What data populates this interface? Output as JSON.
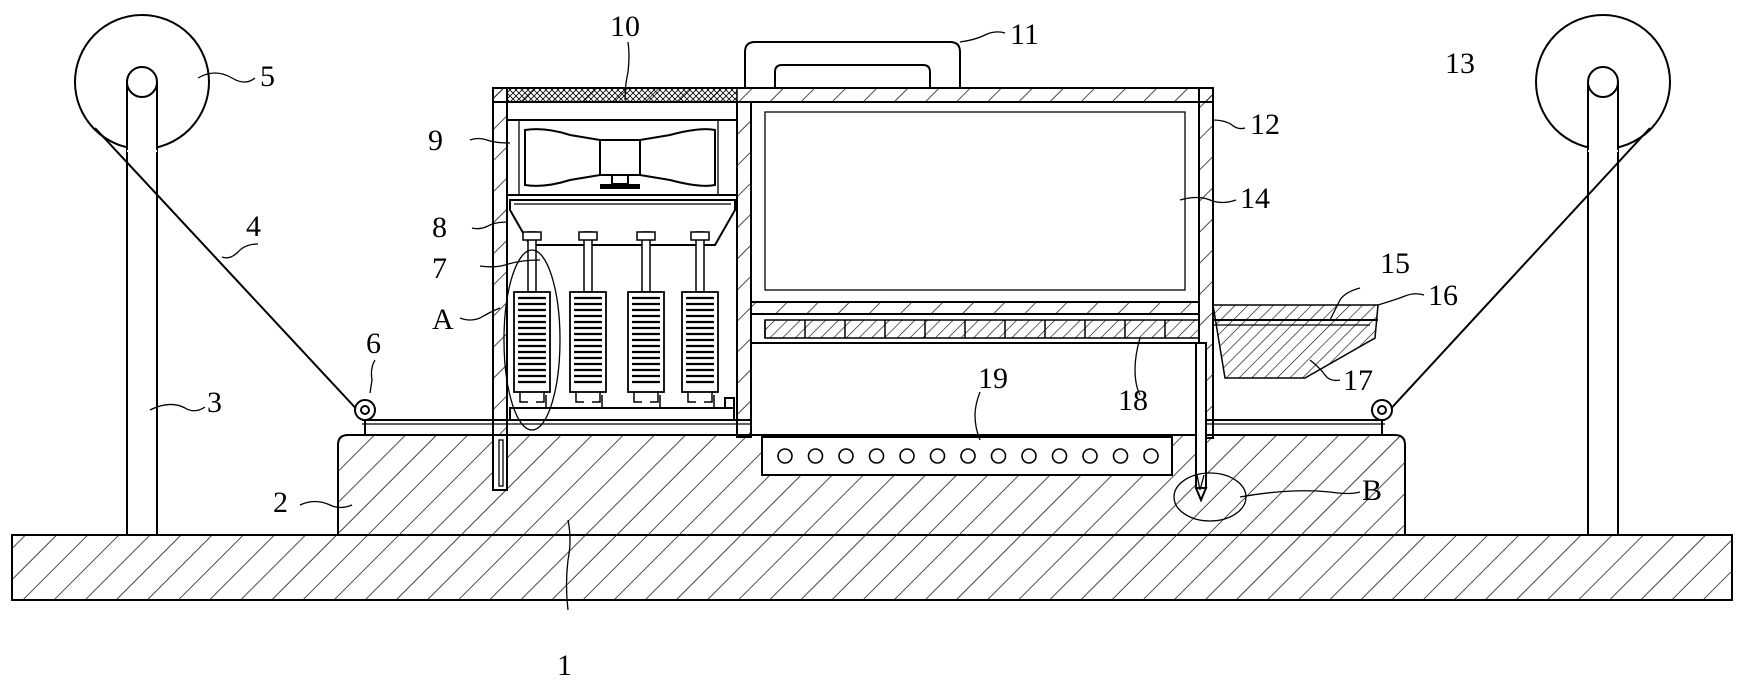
{
  "labels": {
    "p1": "1",
    "p2": "2",
    "p3": "3",
    "p4": "4",
    "p5": "5",
    "p6": "6",
    "p7": "7",
    "p8": "8",
    "p9": "9",
    "p10": "10",
    "p11": "11",
    "p12": "12",
    "p13": "13",
    "p14": "14",
    "p15": "15",
    "p16": "16",
    "p17": "17",
    "p18": "18",
    "p19": "19",
    "pA": "A",
    "pB": "B"
  }
}
